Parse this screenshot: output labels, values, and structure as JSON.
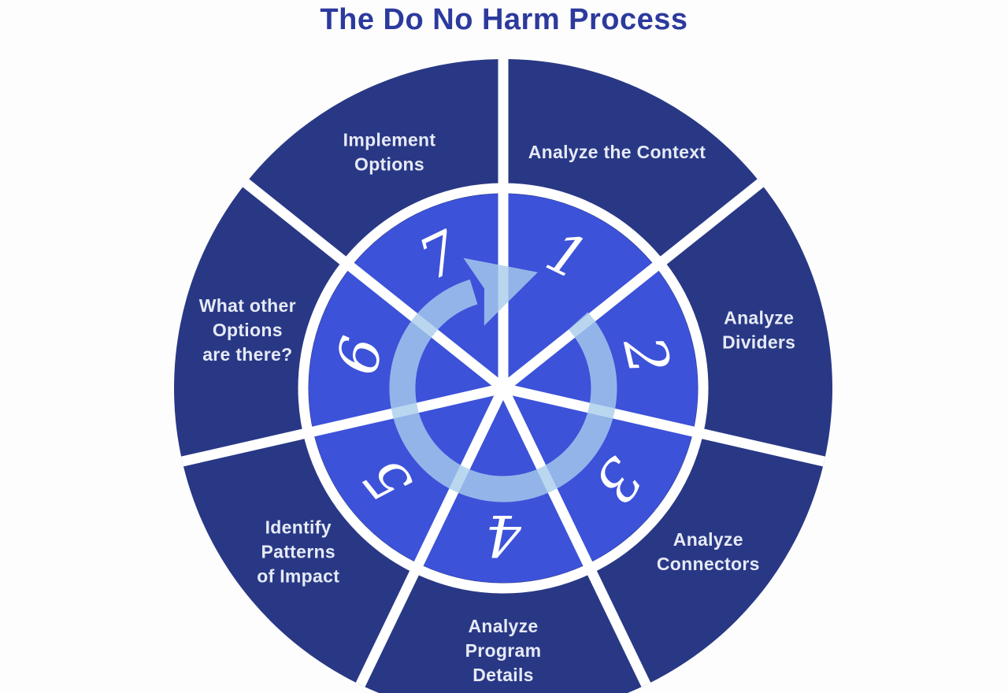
{
  "title": "The Do No Harm Process",
  "wheel": {
    "type": "cycle-wheel",
    "step_count": 7,
    "center_icon": "cycle-arrow-icon",
    "rotation_direction": "clockwise",
    "steps": [
      {
        "number": "1",
        "label": "Analyze the Context",
        "lines": [
          "Analyze the Context"
        ]
      },
      {
        "number": "2",
        "label": "Analyze Dividers",
        "lines": [
          "Analyze",
          "Dividers"
        ]
      },
      {
        "number": "3",
        "label": "Analyze Connectors",
        "lines": [
          "Analyze",
          "Connectors"
        ]
      },
      {
        "number": "4",
        "label": "Analyze Program Details",
        "lines": [
          "Analyze",
          "Program",
          "Details"
        ]
      },
      {
        "number": "5",
        "label": "Identify Patterns of Impact",
        "lines": [
          "Identify",
          "Patterns",
          "of Impact"
        ]
      },
      {
        "number": "6",
        "label": "What other Options are there?",
        "lines": [
          "What other",
          "Options",
          "are there?"
        ]
      },
      {
        "number": "7",
        "label": "Implement Options",
        "lines": [
          "Implement",
          "Options"
        ]
      }
    ],
    "colors": {
      "background": "#fdfdfd",
      "title": "#2c3a9d",
      "outer_ring": "#293885",
      "inner_circle": "#3c52d9",
      "divider": "#ffffff",
      "label_text": "#e6eaf5",
      "number_text": "#ffffff",
      "arrow": "#a9cdec"
    }
  }
}
